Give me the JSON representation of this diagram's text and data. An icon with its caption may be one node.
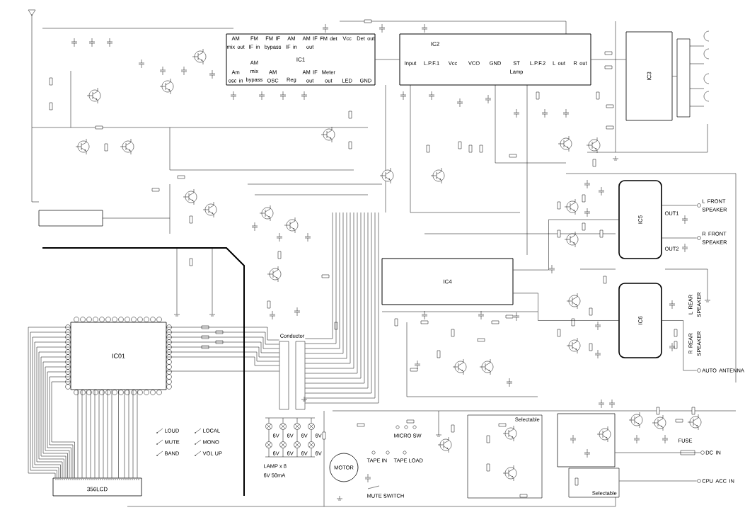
{
  "diagram": {
    "nodes": [
      {
        "text": [
          "IC1"
        ]
      },
      {
        "text": [
          "IC2"
        ]
      },
      {
        "text": [
          "IC3"
        ]
      },
      {
        "text": [],
        "shape": "box"
      },
      {
        "text": [
          "IC4"
        ]
      },
      {
        "text": [
          "IC5"
        ]
      },
      {
        "text": [
          "IC6"
        ]
      },
      {
        "text": [
          "L FRONT SPEAKER"
        ]
      },
      {
        "text": [
          "R FRONT SPEAKER"
        ]
      },
      {
        "text": [
          "AUTO ANTENNA"
        ]
      },
      {
        "text": [
          "IC01"
        ]
      },
      {
        "text": [
          "Conductor"
        ]
      },
      {
        "text": [
          "356LCD"
        ]
      },
      {
        "text": [
          "MOTOR"
        ]
      },
      {
        "text": [
          "Selectable"
        ]
      },
      {
        "text": [
          "Selectable"
        ]
      },
      {
        "text": [
          "DC IN"
        ]
      },
      {
        "text": [
          "CPU ACC IN"
        ]
      },
      {
        "text": [],
        "shape": "box"
      },
      {
        "text": [],
        "shape": "box"
      }
    ],
    "edges": [
      {
        "from": 0,
        "to": 1,
        "arrow": "none"
      },
      {
        "from": 1,
        "to": 2,
        "arrow": "none"
      },
      {
        "from": 2,
        "to": 3,
        "arrow": "none"
      },
      {
        "from": 4,
        "to": 5,
        "arrow": "none"
      },
      {
        "from": 4,
        "to": 6,
        "arrow": "none"
      },
      {
        "from": 5,
        "to": 7,
        "arrow": "none"
      },
      {
        "from": 5,
        "to": 8,
        "arrow": "none"
      },
      {
        "from": 6,
        "to": 9,
        "arrow": "none"
      },
      {
        "from": 11,
        "to": 10,
        "arrow": "none"
      },
      {
        "from": 10,
        "to": 12,
        "arrow": "none"
      },
      {
        "from": 16,
        "to": 19,
        "arrow": "none"
      },
      {
        "from": 17,
        "to": 15,
        "arrow": "none"
      },
      {
        "from": 11,
        "to": 10,
        "arrow": "none"
      },
      {
        "from": 11,
        "to": 10,
        "arrow": "none"
      },
      {
        "from": 11,
        "to": 10,
        "arrow": "none"
      },
      {
        "from": 11,
        "to": 10,
        "arrow": "none"
      },
      {
        "from": 11,
        "to": 10,
        "arrow": "none"
      },
      {
        "from": 11,
        "to": 10,
        "arrow": "none"
      },
      {
        "from": 11,
        "to": 10,
        "arrow": "none"
      },
      {
        "from": 10,
        "to": 12,
        "arrow": "none"
      },
      {
        "from": 10,
        "to": 12,
        "arrow": "none"
      },
      {
        "from": 10,
        "to": 12,
        "arrow": "none"
      },
      {
        "from": 10,
        "to": 12,
        "arrow": "none"
      },
      {
        "from": 10,
        "to": 12,
        "arrow": "none"
      },
      {
        "from": 10,
        "to": 12,
        "arrow": "none"
      },
      {
        "from": 10,
        "to": 12,
        "arrow": "none"
      },
      {
        "from": 10,
        "to": 12,
        "arrow": "none"
      },
      {
        "from": 10,
        "to": 12,
        "arrow": "none"
      },
      {
        "from": 10,
        "to": 12,
        "arrow": "none"
      },
      {
        "from": 10,
        "to": 12,
        "arrow": "none"
      },
      {
        "from": 10,
        "to": 12,
        "arrow": "none"
      },
      {
        "from": 10,
        "to": 12,
        "arrow": "none"
      },
      {
        "from": 10,
        "to": 12,
        "arrow": "none"
      },
      {
        "from": 10,
        "to": 12,
        "arrow": "none"
      },
      {
        "from": 10,
        "to": 12,
        "arrow": "none"
      },
      {
        "from": 10,
        "to": 12,
        "arrow": "none"
      },
      {
        "from": 10,
        "to": 12,
        "arrow": "none"
      },
      {
        "from": 10,
        "to": 12,
        "arrow": "none"
      },
      {
        "from": 10,
        "to": 12,
        "arrow": "none"
      },
      {
        "from": 10,
        "to": 12,
        "arrow": "none"
      },
      {
        "from": 10,
        "to": 12,
        "arrow": "none"
      },
      {
        "from": 10,
        "to": 12,
        "arrow": "none"
      },
      {
        "from": 10,
        "to": 12,
        "arrow": "none"
      },
      {
        "from": 10,
        "to": 12,
        "arrow": "none"
      },
      {
        "from": 11,
        "to": null,
        "arrow": "none"
      },
      {
        "from": 11,
        "to": null,
        "arrow": "none"
      },
      {
        "from": 11,
        "to": null,
        "arrow": "none"
      },
      {
        "from": 11,
        "to": null,
        "arrow": "none"
      },
      {
        "from": 11,
        "to": null,
        "arrow": "none"
      },
      {
        "from": 11,
        "to": null,
        "arrow": "none"
      },
      {
        "from": 11,
        "to": null,
        "arrow": "none"
      },
      {
        "from": 11,
        "to": null,
        "arrow": "none"
      },
      {
        "from": 11,
        "to": null,
        "arrow": "none"
      },
      {
        "from": 11,
        "to": null,
        "arrow": "none"
      },
      {
        "from": 11,
        "to": null,
        "arrow": "none"
      },
      {
        "from": 11,
        "to": null,
        "arrow": "none"
      },
      {
        "from": 11,
        "to": null,
        "arrow": "none"
      },
      {
        "from": 11,
        "to": null,
        "arrow": "none"
      }
    ],
    "labels": [
      "AM mix out",
      "FM IF in",
      "FM IF bypass",
      "AM IF in",
      "AM IF out",
      "FM det",
      "Vcc",
      "Det out",
      "Am osc in",
      "AM mix bypass",
      "AM OSC",
      "Reg",
      "AM IF out",
      "Meter out",
      "LED",
      "GND",
      "Input",
      "L.P.F.1",
      "Vcc",
      "VCO",
      "GND",
      "ST Lamp",
      "L.P.F.2",
      "L out",
      "R out",
      "OUT1",
      "OUT2",
      "L REAR SPEAKER",
      "R REAR SPEAKER",
      "LOUD",
      "MUTE",
      "BAND",
      "LOCAL",
      "MONO",
      "VOL UP",
      "6V",
      "6V",
      "6V",
      "6V",
      "6V",
      "6V",
      "6V",
      "6V",
      "LAMP x 8",
      "6V 50mA",
      "MICRO SW",
      "TAPE IN",
      "TAPE LOAD",
      "MUTE SWITCH",
      "FUSE"
    ]
  }
}
